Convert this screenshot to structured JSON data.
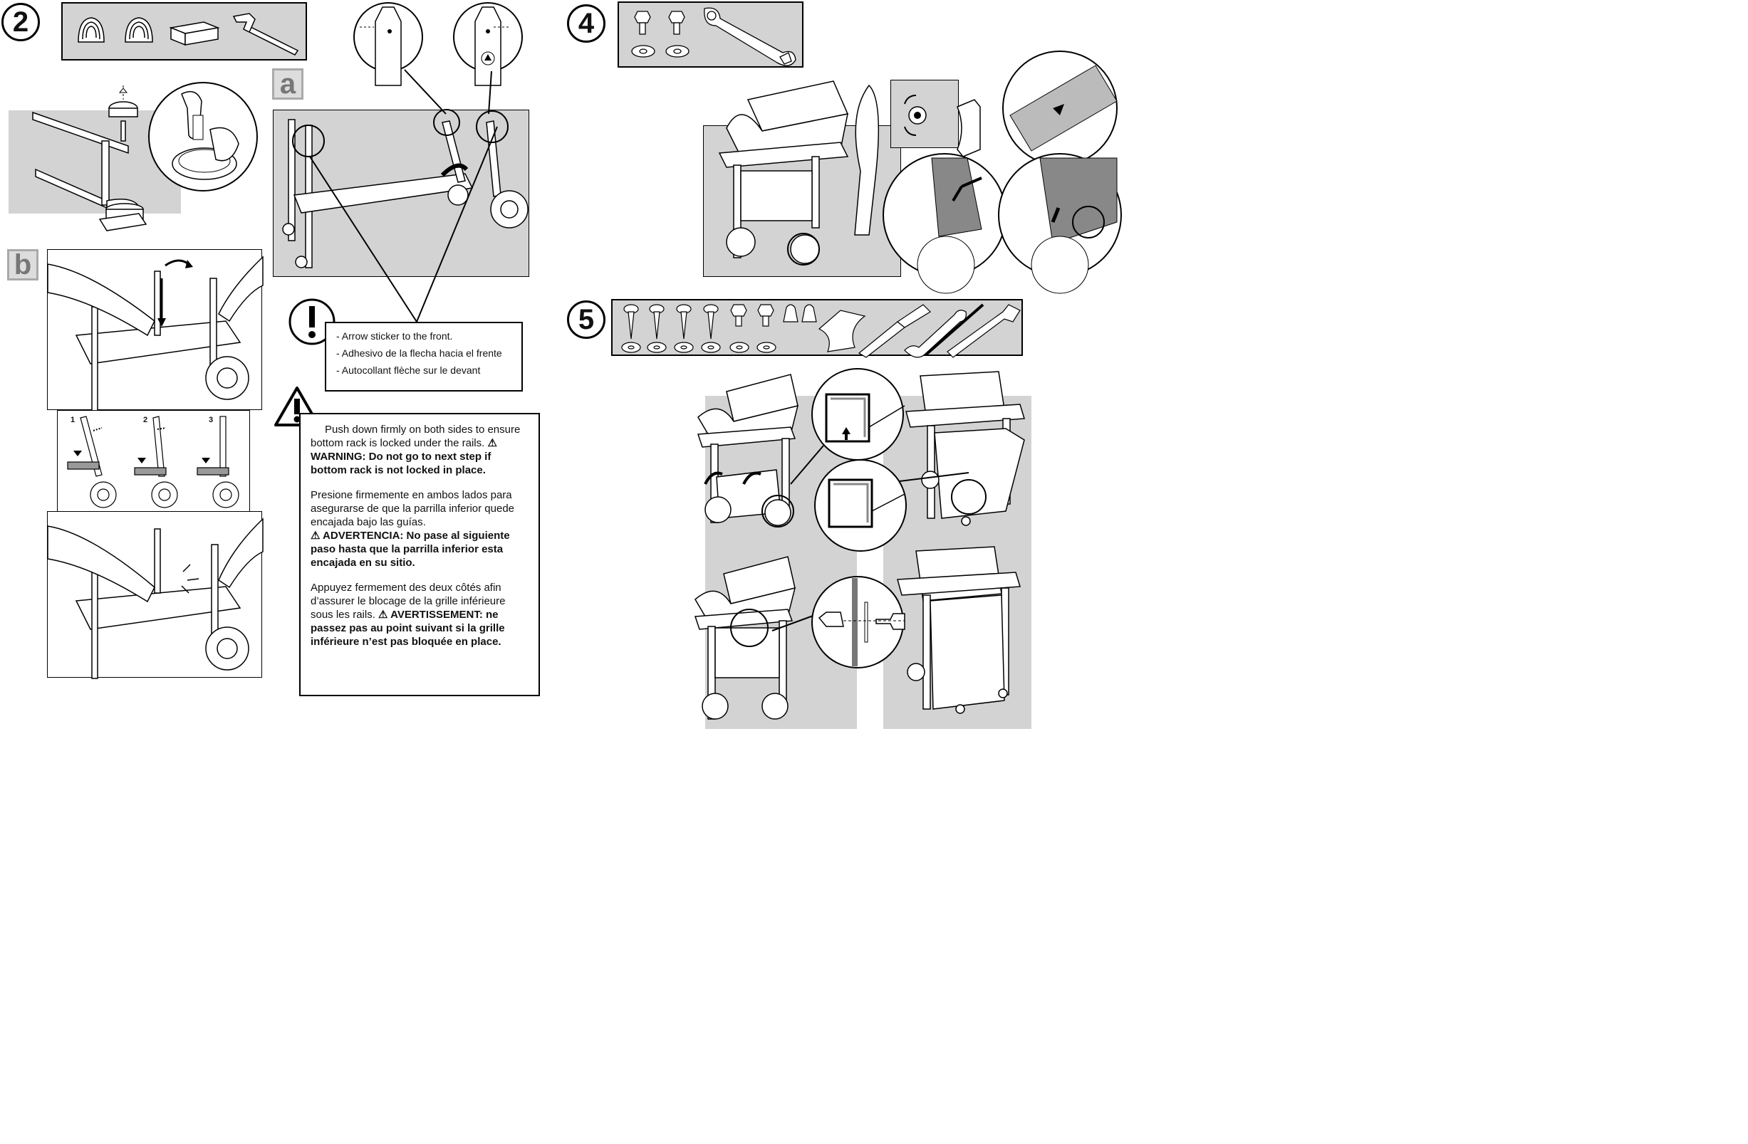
{
  "steps": {
    "step2": "2",
    "step4": "4",
    "step5": "5"
  },
  "tags": {
    "a": "a",
    "b": "b"
  },
  "substeps": [
    "1",
    "2",
    "3"
  ],
  "sticker_note": {
    "lines": [
      "- Arrow sticker to the front.",
      "- Adhesivo de la flecha hacia el frente",
      "- Autocollant flèche sur le devant"
    ]
  },
  "warning": {
    "en_plain": "Push down firmly on both sides to ensure bottom rack is locked under the rails.",
    "en_bold": "⚠ WARNING: Do not go to next step if bottom rack is not locked in place.",
    "es_plain": "Presione firmemente en ambos lados para asegurarse de que la parrilla inferior quede encajada bajo las guías.",
    "es_bold": "⚠ ADVERTENCIA: No pase al siguiente paso hasta que la parrilla inferior esta encajada en su sitio.",
    "fr_plain": "Appuyez fermement des deux côtés afin d’assurer le blocage de la grille inférieure sous les rails.",
    "fr_bold1": "⚠ AVERTISSEMENT: ne",
    "fr_bold2": "passez pas au point suivant si la grille inférieure n’est pas bloquée en place."
  },
  "icons": {
    "caution": "exclamation-icon",
    "warning": "warning-triangle-icon"
  },
  "colors": {
    "panel_gray": "#d3d3d3",
    "line": "#000000"
  }
}
